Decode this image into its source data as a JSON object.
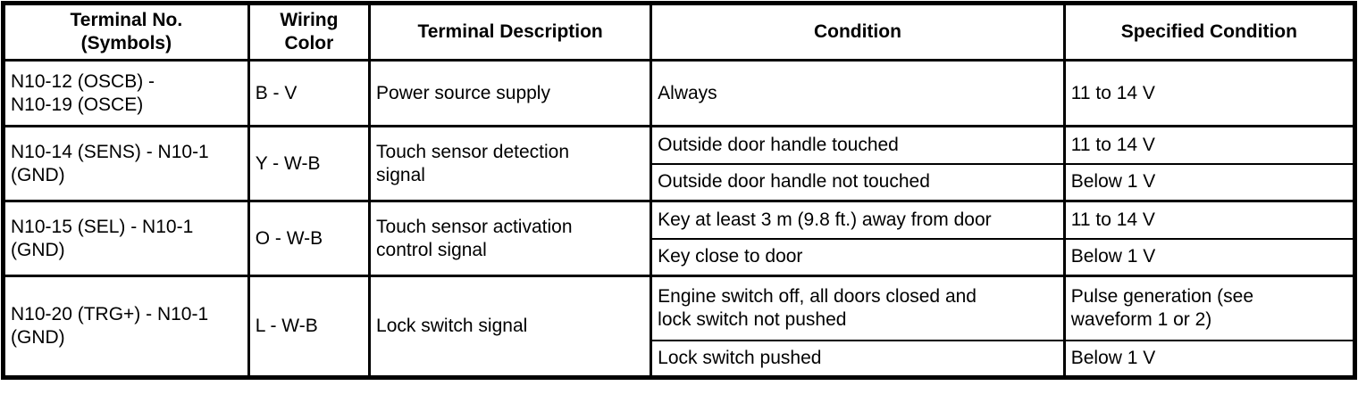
{
  "page": {
    "background_color": "#ffffff",
    "border_color": "#000000",
    "text_color": "#000000"
  },
  "table": {
    "headers": {
      "terminal": "Terminal No.\n(Symbols)",
      "wiring": "Wiring\nColor",
      "description": "Terminal Description",
      "condition": "Condition",
      "specified": "Specified Condition"
    },
    "rows": [
      {
        "terminal": "N10-12 (OSCB) -\nN10-19 (OSCE)",
        "wiring": "B - V",
        "description": "Power source supply",
        "conditions": [
          {
            "condition": "Always",
            "specified": "11 to 14 V"
          }
        ]
      },
      {
        "terminal": "N10-14 (SENS) - N10-1\n(GND)",
        "wiring": "Y - W-B",
        "description": "Touch sensor detection\nsignal",
        "conditions": [
          {
            "condition": "Outside door handle touched",
            "specified": "11 to 14 V"
          },
          {
            "condition": "Outside door handle not touched",
            "specified": "Below 1 V"
          }
        ]
      },
      {
        "terminal": "N10-15 (SEL) - N10-1\n(GND)",
        "wiring": "O - W-B",
        "description": "Touch sensor activation\ncontrol signal",
        "conditions": [
          {
            "condition": "Key at least 3 m (9.8 ft.) away from door",
            "specified": "11 to 14 V"
          },
          {
            "condition": "Key close to door",
            "specified": "Below 1 V"
          }
        ]
      },
      {
        "terminal": "N10-20 (TRG+) - N10-1\n(GND)",
        "wiring": "L - W-B",
        "description": "Lock switch signal",
        "conditions": [
          {
            "condition": "Engine switch off, all doors closed and\nlock switch not pushed",
            "specified": "Pulse generation (see\nwaveform 1 or 2)"
          },
          {
            "condition": "Lock switch pushed",
            "specified": "Below 1 V"
          }
        ]
      }
    ]
  }
}
